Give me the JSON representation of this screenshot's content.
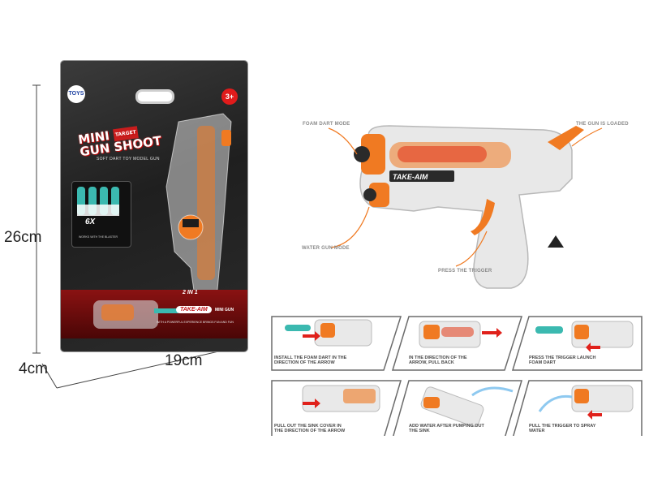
{
  "dimensions": {
    "height": "26cm",
    "width": "19cm",
    "depth": "4cm"
  },
  "package": {
    "brand_logo": "TOYS",
    "age_badge": "3+",
    "title_line1": "MINI",
    "title_tag": "TARGET",
    "title_line2": "GUN SHOOT",
    "subtitle": "SOFT DART TOY MODEL GUN",
    "darts_count": "6X",
    "darts_caption": "WORKS WITH THE BLASTER",
    "badge_2in1": "2 IN 1",
    "take_aim_badge": "TAKE-AIM",
    "mini_gun_text": "MINI GUN",
    "bottom_text": "WITH A POWERFUL EXPERIENCE BRINGS FUN AND FUN"
  },
  "main_gun": {
    "brand": "TAKE-AIM"
  },
  "callouts": {
    "foam_dart_mode": "FOAM DART MODE",
    "gun_is_loaded": "THE GUN IS LOADED",
    "water_gun_mode": "WATER GUN MODE",
    "press_trigger": "PRESS THE TRIGGER"
  },
  "steps": [
    {
      "label": "INSTALL THE FOAM DART IN THE DIRECTION OF THE ARROW"
    },
    {
      "label": "IN THE DIRECTION OF THE ARROW, PULL BACK"
    },
    {
      "label": "PRESS THE TRIGGER LAUNCH FOAM DART"
    },
    {
      "label": "PULL OUT THE SINK COVER IN THE DIRECTION OF THE ARROW"
    },
    {
      "label": "ADD WATER AFTER PUMPING OUT THE SINK"
    },
    {
      "label": "PULL THE TRIGGER TO SPRAY WATER"
    }
  ],
  "colors": {
    "gun_orange": "#f07a22",
    "gun_clear": "#d9d9d9",
    "dart_teal": "#3bb9b0",
    "arrow_red": "#e0211b",
    "water_blue": "#8ec9f0"
  },
  "icons": {
    "warning": "triangle-warning-icon",
    "arrow": "red-arrow-icon"
  }
}
